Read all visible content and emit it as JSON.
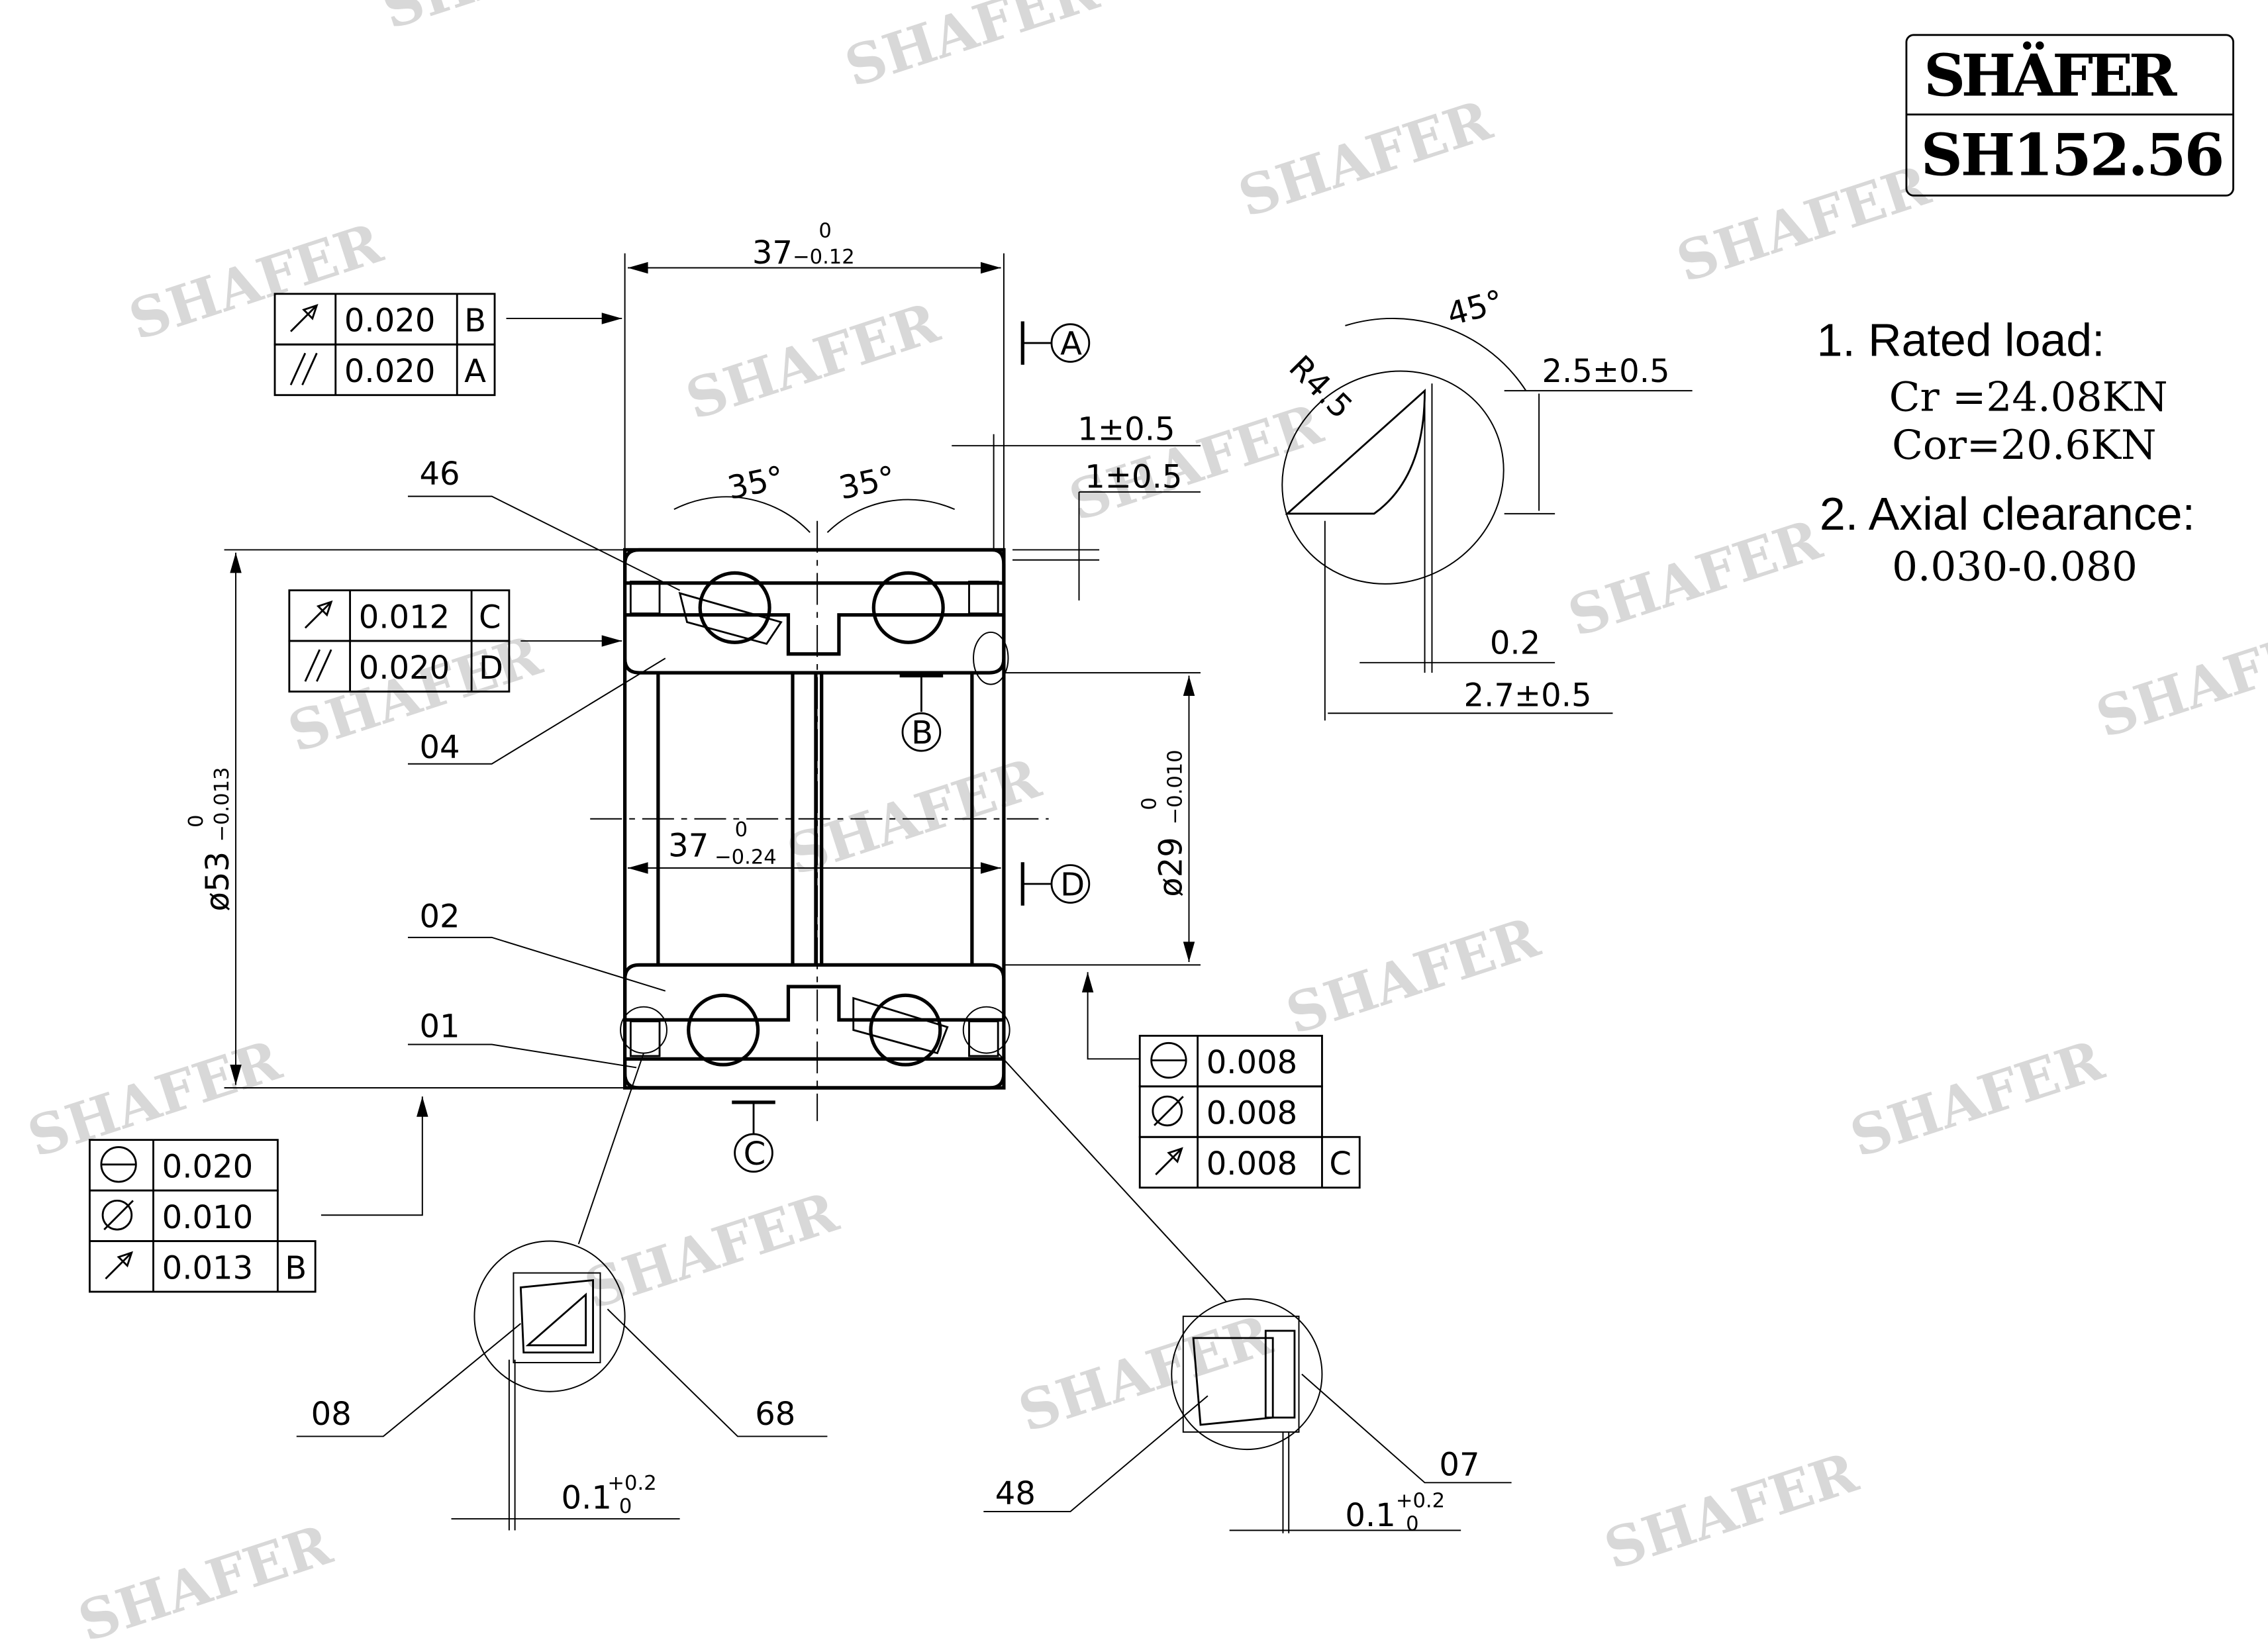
{
  "title_block": {
    "brand": "SHÄFER",
    "part_number": "SH152.56"
  },
  "watermark": "SHAFER",
  "notes": {
    "rated_load_heading": "1. Rated load:",
    "cr": "Cr =24.08KN",
    "cor": "Cor=20.6KN",
    "axial_clearance_heading": "2. Axial clearance:",
    "axial_clearance_value": "0.030-0.080"
  },
  "dimensions": {
    "width_top": {
      "nominal": "37",
      "upper": "0",
      "lower": "−0.12"
    },
    "width_inner": {
      "nominal": "37",
      "upper": "0",
      "lower": "−0.24"
    },
    "outer_diameter": {
      "nominal": "ø53",
      "upper": "0",
      "lower": "−0.013"
    },
    "bore_diameter": {
      "nominal": "ø29",
      "upper": "0",
      "lower": "−0.010"
    },
    "chamfer_1": "1±0.5",
    "chamfer_2": "1±0.5",
    "angle_left": "35°",
    "angle_right": "35°",
    "detail_angle": "45°",
    "detail_radius": "R4.5",
    "detail_depth": "2.5±0.5",
    "detail_small": "0.2",
    "detail_width": "2.7±0.5",
    "seal_gap_left": {
      "nominal": "0.1",
      "upper": "+0.2",
      "lower": "0"
    },
    "seal_gap_right": {
      "nominal": "0.1",
      "upper": "+0.2",
      "lower": "0"
    }
  },
  "datums": [
    "A",
    "B",
    "C",
    "D"
  ],
  "tolerance_frames": {
    "top_left": [
      {
        "symbol": "runout",
        "value": "0.020",
        "datum": "B"
      },
      {
        "symbol": "parallelism",
        "value": "0.020",
        "datum": "A"
      }
    ],
    "mid_left": [
      {
        "symbol": "runout",
        "value": "0.012",
        "datum": "C"
      },
      {
        "symbol": "parallelism",
        "value": "0.020",
        "datum": "D"
      }
    ],
    "bottom_left": [
      {
        "symbol": "roundness",
        "value": "0.020",
        "datum": ""
      },
      {
        "symbol": "cylindricity",
        "value": "0.010",
        "datum": ""
      },
      {
        "symbol": "runout",
        "value": "0.013",
        "datum": "B"
      }
    ],
    "bottom_right": [
      {
        "symbol": "roundness",
        "value": "0.008",
        "datum": ""
      },
      {
        "symbol": "cylindricity",
        "value": "0.008",
        "datum": ""
      },
      {
        "symbol": "runout",
        "value": "0.008",
        "datum": "C"
      }
    ]
  },
  "part_labels": {
    "p46": "46",
    "p04": "04",
    "p02": "02",
    "p01": "01",
    "p08": "08",
    "p68": "68",
    "p48": "48",
    "p07": "07"
  }
}
